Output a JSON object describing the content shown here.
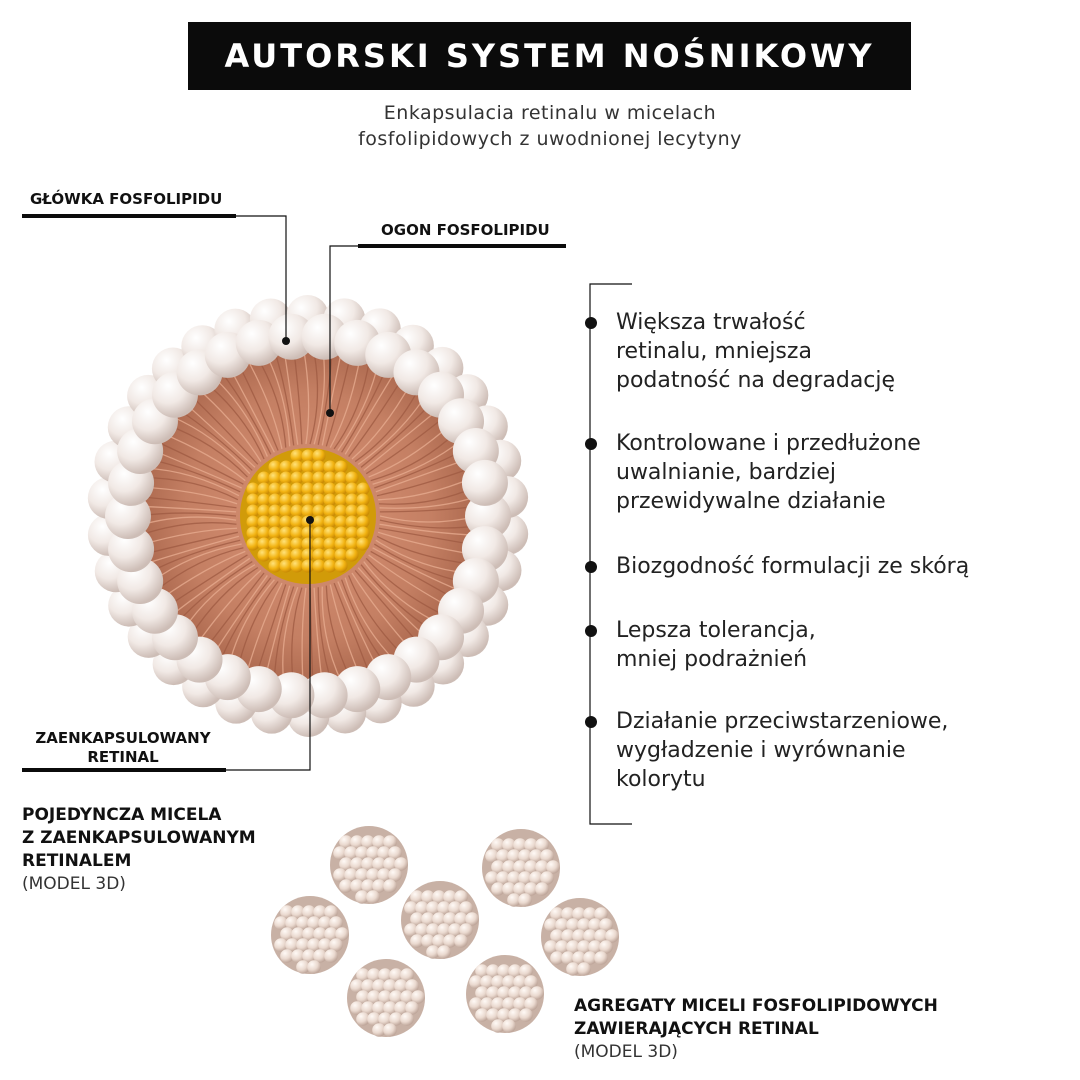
{
  "title": "AUTORSKI SYSTEM NOŚNIKOWY",
  "subtitle": {
    "line1": "Enkapsulacia retinalu w micelach",
    "line2": "fosfolipidowych z uwodnionej lecytyny"
  },
  "labels": {
    "head": "GŁÓWKA FOSFOLIPIDU",
    "tail": "OGON FOSFOLIPIDU",
    "retinal_line1": "ZAENKAPSULOWANY",
    "retinal_line2": "RETINAL"
  },
  "single_micelle_caption": {
    "line1": "POJEDYNCZA MICELA",
    "line2": "Z ZAENKAPSULOWANYM",
    "line3": "RETINALEM",
    "line4": "(MODEL 3D)"
  },
  "aggregate_caption": {
    "line1": "AGREGATY MICELI FOSFOLIPIDOWYCH",
    "line2": "ZAWIERAJĄCYCH RETINAL",
    "line3": "(MODEL 3D)"
  },
  "benefits": [
    {
      "lines": [
        "Większa trwałość",
        "retinalu, mniejsza",
        "podatność na degradację"
      ]
    },
    {
      "lines": [
        "Kontrolowane i przedłużone",
        "uwalnianie, bardziej",
        "przewidywalne działanie"
      ]
    },
    {
      "lines": [
        "Biozgodność formulacji ze skórą"
      ]
    },
    {
      "lines": [
        "Lepsza tolerancja,",
        "mniej podrażnień"
      ]
    },
    {
      "lines": [
        "Działanie przeciwstarzeniowe,",
        "wygładzenie i wyrównanie",
        "kolorytu"
      ]
    }
  ],
  "colors": {
    "title_bg": "#0b0b0b",
    "tail_color": "#c07a5c",
    "head_color": "#f3ece8",
    "core_color": "#f2b312",
    "aggregate_color": "#eadad0"
  }
}
